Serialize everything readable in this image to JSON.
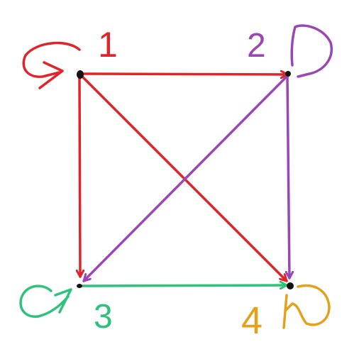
{
  "colors": {
    "node1": "#e0242b",
    "node2": "#9b46b5",
    "node3": "#2ec27a",
    "node4": "#e3a21a",
    "dot": "#111111"
  },
  "nodes": [
    {
      "id": "1",
      "label": "1",
      "color_key": "node1"
    },
    {
      "id": "2",
      "label": "2",
      "color_key": "node2"
    },
    {
      "id": "3",
      "label": "3",
      "color_key": "node3"
    },
    {
      "id": "4",
      "label": "4",
      "color_key": "node4"
    }
  ],
  "edges": [
    {
      "from": "1",
      "to": "2",
      "color_key": "node1"
    },
    {
      "from": "1",
      "to": "3",
      "color_key": "node1"
    },
    {
      "from": "1",
      "to": "4",
      "color_key": "node1"
    },
    {
      "from": "2",
      "to": "3",
      "color_key": "node2"
    },
    {
      "from": "2",
      "to": "4",
      "color_key": "node2"
    },
    {
      "from": "3",
      "to": "4",
      "color_key": "node3"
    }
  ],
  "self_loops": [
    "1",
    "2",
    "3",
    "4"
  ]
}
